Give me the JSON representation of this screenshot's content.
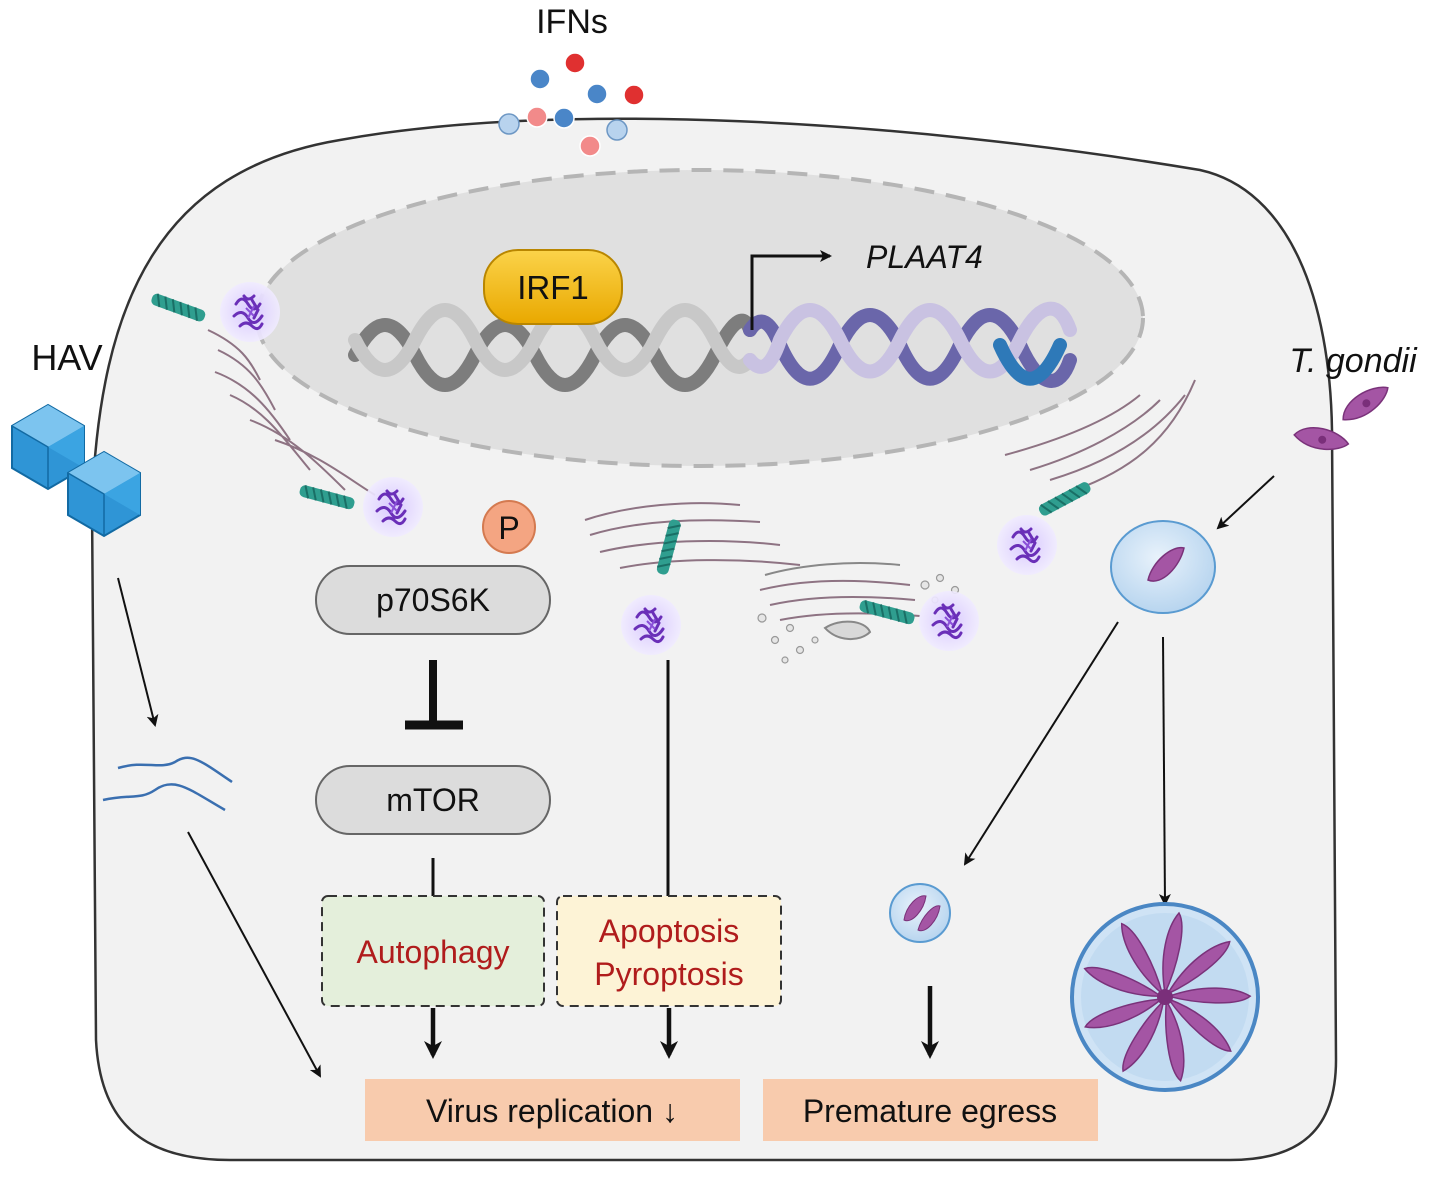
{
  "labels": {
    "ifns": "IFNs",
    "irf1": "IRF1",
    "plaat4": "PLAAT4",
    "hav": "HAV",
    "tgondii": "T. gondii",
    "phospho": "P",
    "p70s6k": "p70S6K",
    "mtor": "mTOR",
    "autophagy": "Autophagy",
    "apoptosis": "Apoptosis",
    "pyroptosis": "Pyroptosis",
    "virus_replication": "Virus replication ↓",
    "premature_egress": "Premature egress"
  },
  "colors": {
    "cell_fill": "#f2f2f2",
    "nucleus_fill": "#e0e0e0",
    "irf1_fill": "#f5c518",
    "phospho_fill": "#f4a582",
    "pill_fill": "#dcdcdc",
    "autophagy_fill": "#e4efdb",
    "apoptosis_fill": "#fdf3d6",
    "outcome_fill": "#f8cbad",
    "red_text": "#b01c1c",
    "ifn_blue": "#4a86c8",
    "ifn_red": "#e03030",
    "parasite": "#9b4a9b"
  },
  "icons": [
    "ifn-molecules",
    "dna-helix",
    "hav-virion-icon",
    "toxoplasma-icon",
    "plaat4-protein-icon",
    "golgi-icon",
    "vacuole-icon",
    "viral-rna-icon"
  ]
}
